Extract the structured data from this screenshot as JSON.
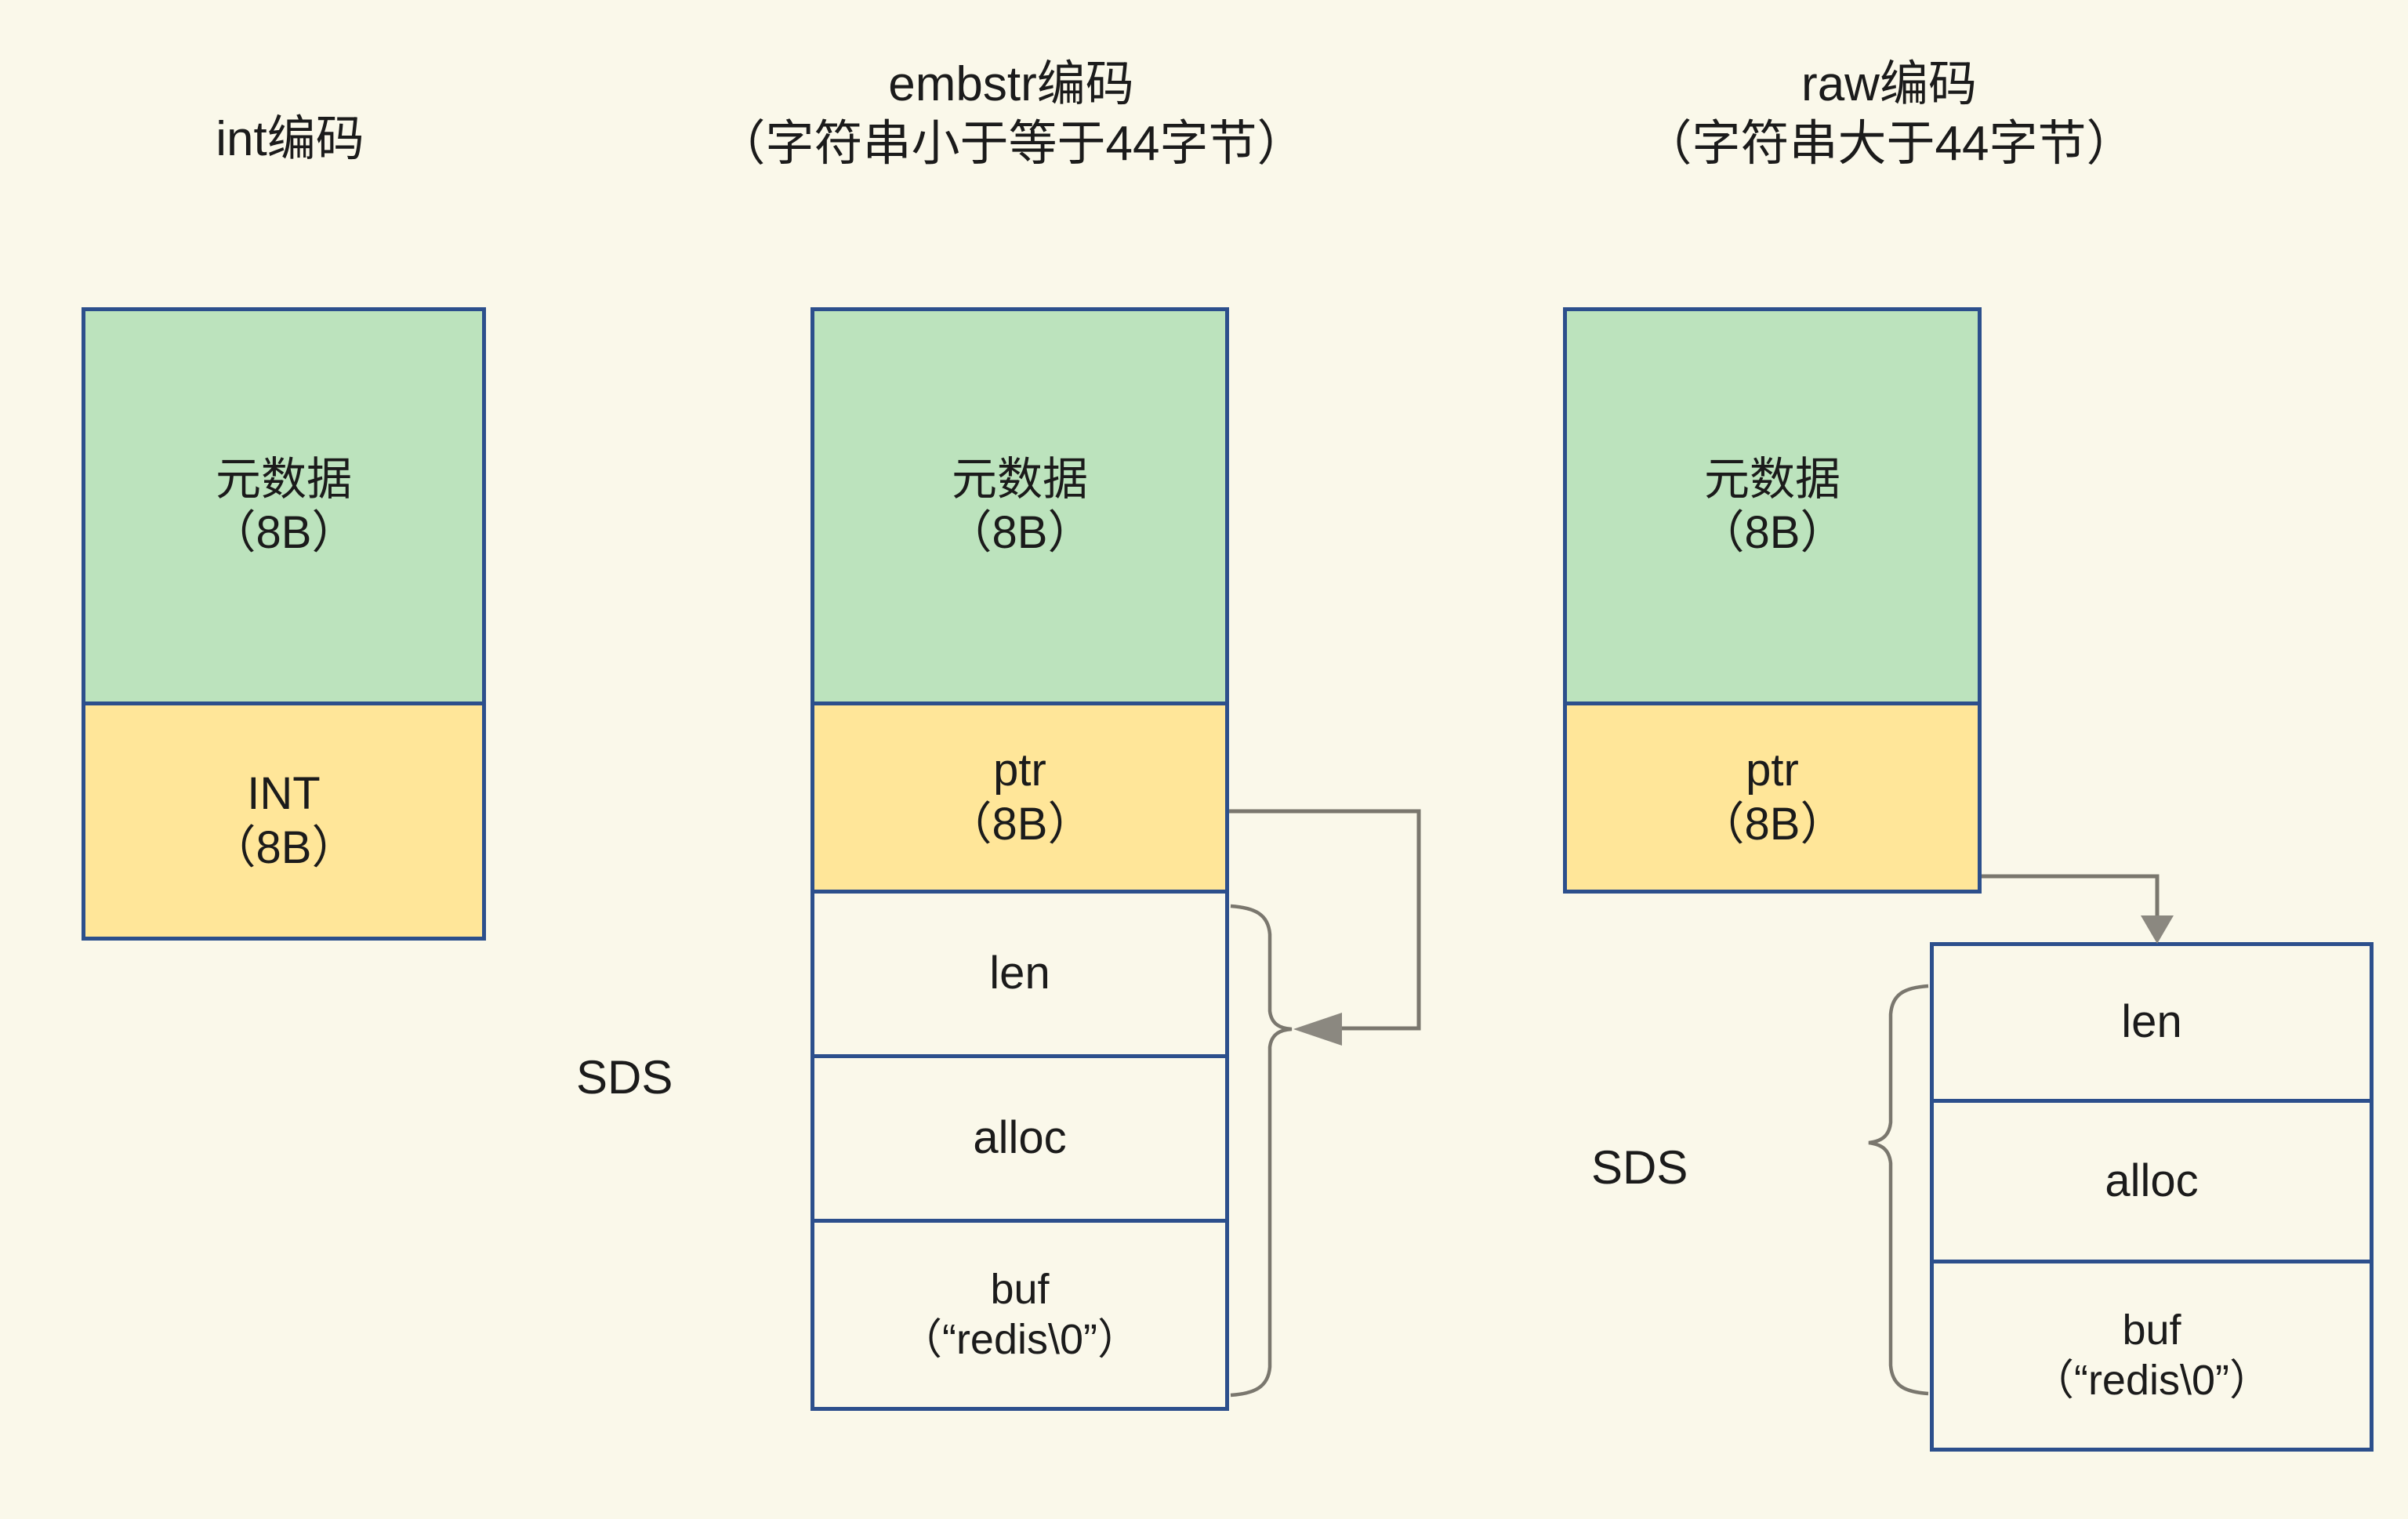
{
  "diagram": {
    "background_color": "#faf8ea",
    "border_color": "#2c4f8c",
    "meta_fill": "#bce3bd",
    "ptr_fill": "#ffe699",
    "connector_color": "#7a776e"
  },
  "columns": [
    {
      "id": "int",
      "title": "int编码",
      "boxes": [
        {
          "name": "metadata",
          "label": "元数据\n（8B）",
          "fill": "#bce3bd"
        },
        {
          "name": "int-value",
          "label": "INT\n（8B）",
          "fill": "#ffe699"
        }
      ]
    },
    {
      "id": "embstr",
      "title": "embstr编码\n（字符串小于等于44字节）",
      "sds_label": "SDS",
      "boxes": [
        {
          "name": "metadata",
          "label": "元数据\n（8B）",
          "fill": "#bce3bd"
        },
        {
          "name": "ptr",
          "label": "ptr\n（8B）",
          "fill": "#ffe699"
        },
        {
          "name": "len",
          "label": "len",
          "fill": "#faf8ea"
        },
        {
          "name": "alloc",
          "label": "alloc",
          "fill": "#faf8ea"
        },
        {
          "name": "buf",
          "label": "buf\n（“redis\\0”）",
          "fill": "#faf8ea"
        }
      ]
    },
    {
      "id": "raw",
      "title": "raw编码\n（字符串大于44字节）",
      "sds_label": "SDS",
      "boxes": [
        {
          "name": "metadata",
          "label": "元数据\n（8B）",
          "fill": "#bce3bd"
        },
        {
          "name": "ptr",
          "label": "ptr\n（8B）",
          "fill": "#ffe699"
        },
        {
          "name": "len",
          "label": "len",
          "fill": "#faf8ea"
        },
        {
          "name": "alloc",
          "label": "alloc",
          "fill": "#faf8ea"
        },
        {
          "name": "buf",
          "label": "buf\n（“redis\\0”）",
          "fill": "#faf8ea"
        }
      ]
    }
  ]
}
